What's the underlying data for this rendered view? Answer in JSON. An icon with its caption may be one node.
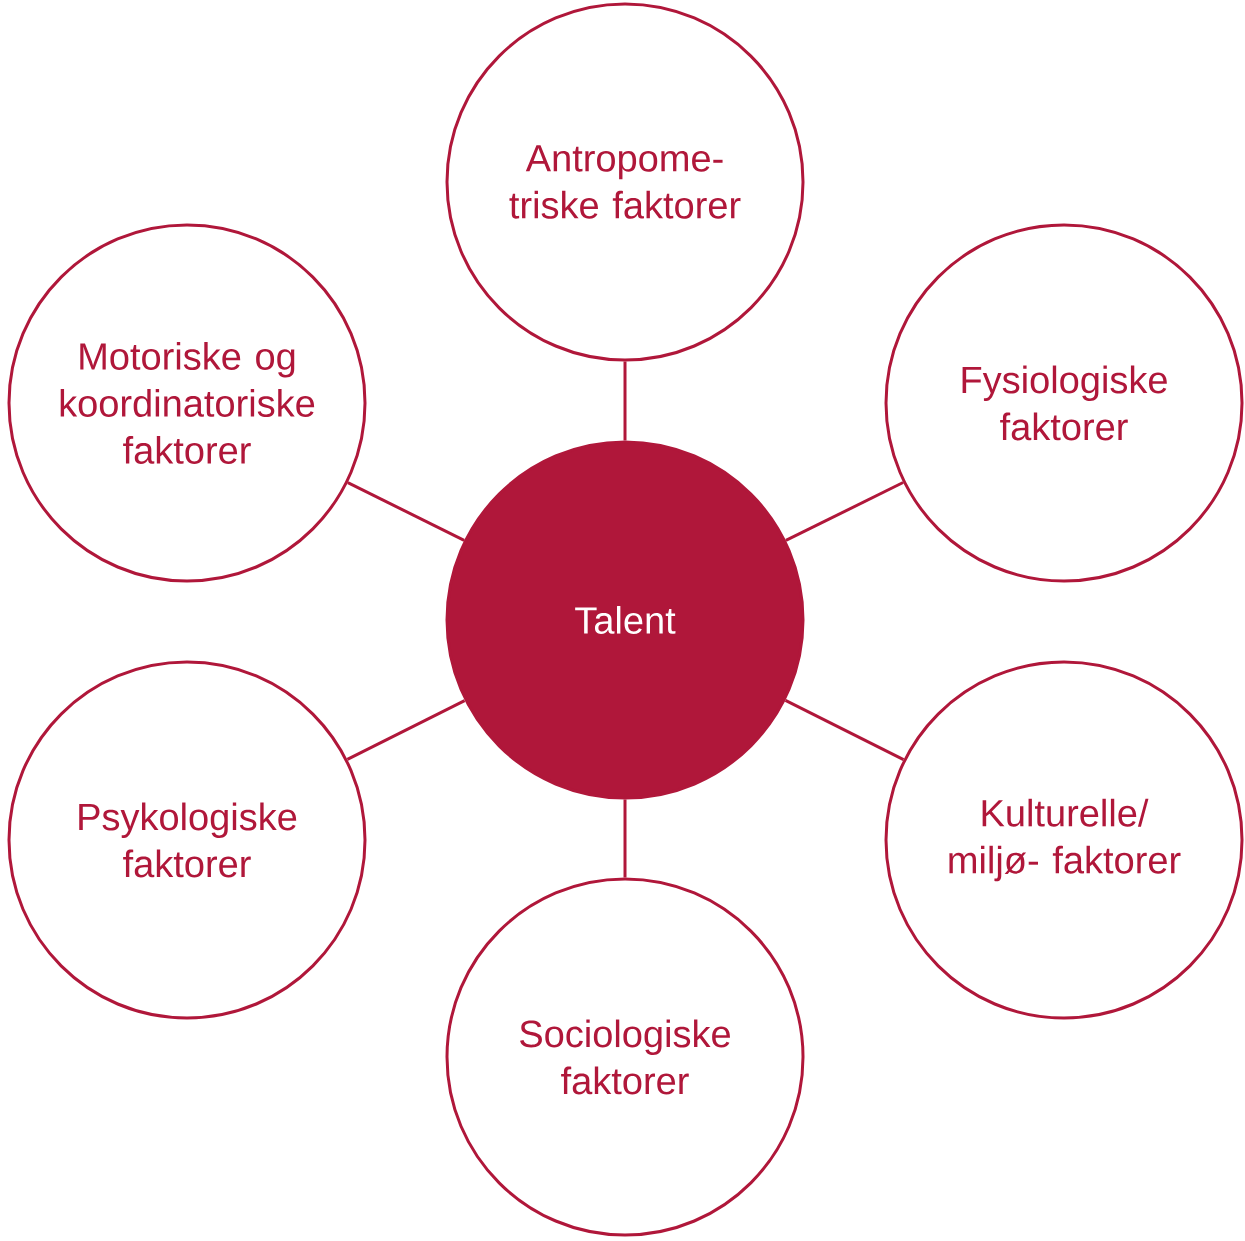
{
  "diagram": {
    "nodes": [
      {
        "text": [
          "Antropome- triske faktorer"
        ]
      },
      {
        "text": [
          "Motoriske og koordinatoriske faktorer"
        ]
      },
      {
        "text": [
          "Fysiologiske faktorer"
        ]
      },
      {
        "text": [
          "Talent"
        ]
      },
      {
        "text": [
          "Psykologiske faktorer"
        ]
      },
      {
        "text": [
          "Kulturelle/ miljø- faktorer"
        ]
      },
      {
        "text": [
          "Sociologiske faktorer"
        ]
      }
    ],
    "edges": [
      {
        "from": 3,
        "to": 0,
        "arrow": "none"
      },
      {
        "from": 3,
        "to": 1,
        "arrow": "none"
      },
      {
        "from": 3,
        "to": 2,
        "arrow": "none"
      },
      {
        "from": 3,
        "to": 4,
        "arrow": "none"
      },
      {
        "from": 3,
        "to": 5,
        "arrow": "none"
      },
      {
        "from": 3,
        "to": 6,
        "arrow": "none"
      }
    ]
  }
}
